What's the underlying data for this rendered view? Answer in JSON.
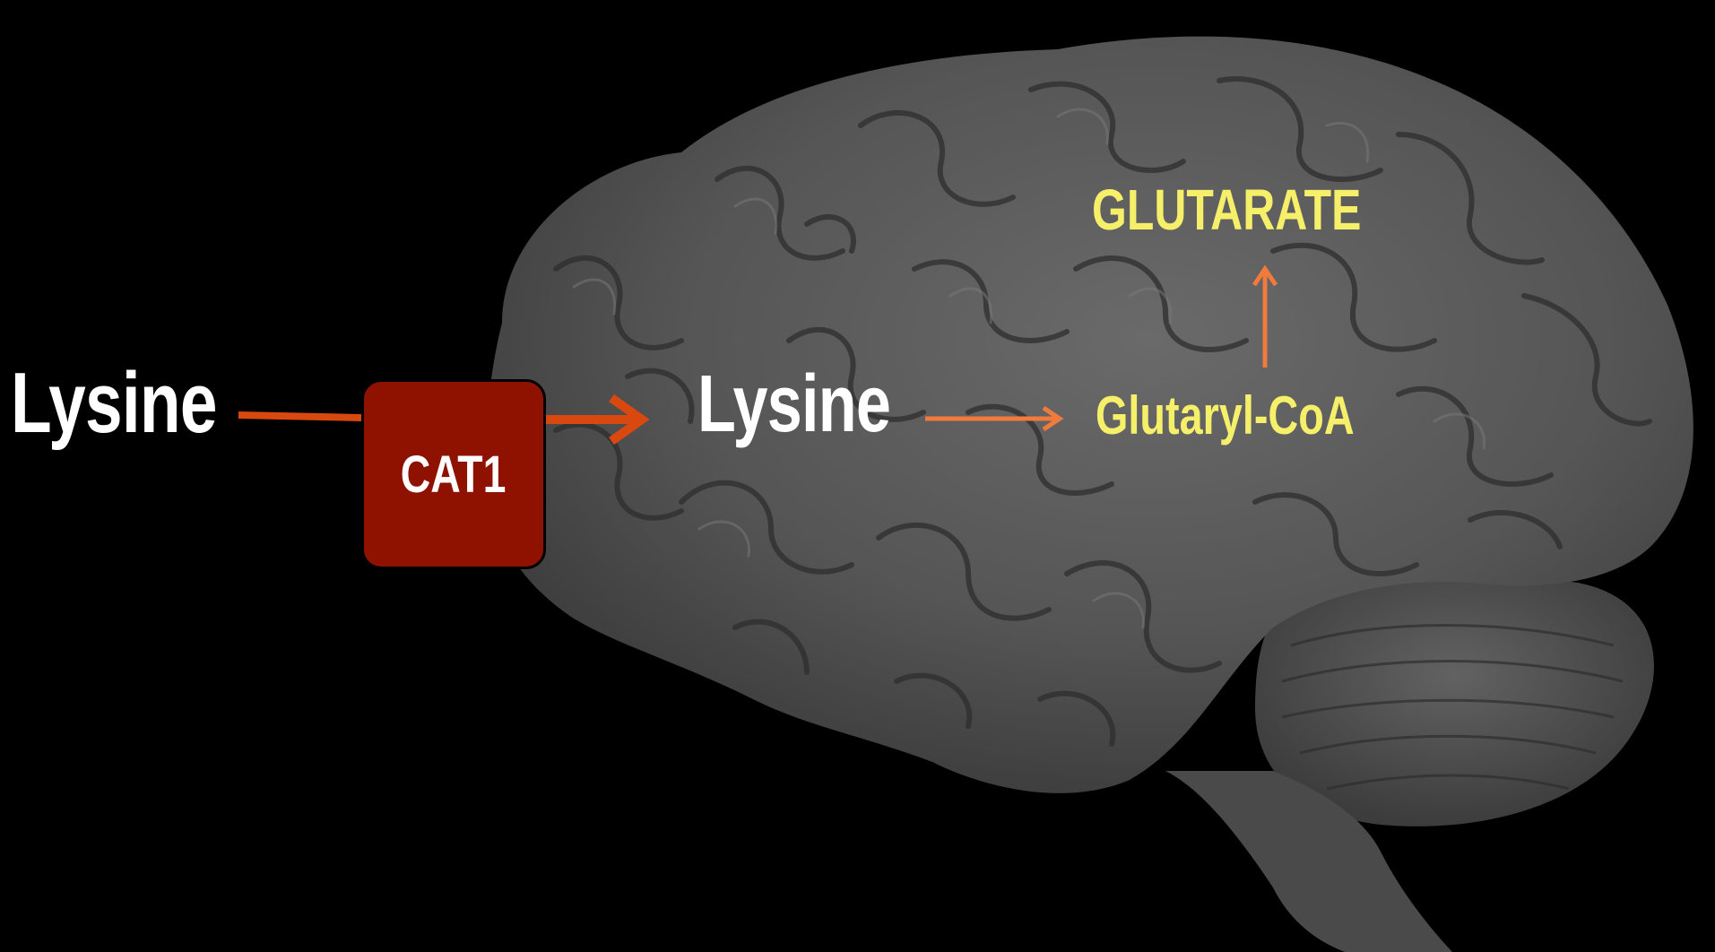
{
  "nodes": {
    "lysine_outside": "Lysine",
    "transporter": "CAT1",
    "lysine_inside": "Lysine",
    "glutaryl_coa": "Glutaryl-CoA",
    "glutarate": "GLUTARATE"
  },
  "edges": [
    {
      "from": "lysine_outside",
      "to": "transporter"
    },
    {
      "from": "transporter",
      "to": "lysine_inside"
    },
    {
      "from": "lysine_inside",
      "to": "glutaryl_coa"
    },
    {
      "from": "glutaryl_coa",
      "to": "glutarate"
    }
  ],
  "colors": {
    "background": "#000000",
    "transporter_fill": "#8f1200",
    "transport_arrow": "#d9480f",
    "metabolic_arrow": "#f07b3c",
    "metabolite_text": "#f6ef6a",
    "lysine_text": "#ffffff",
    "brain_tone": "#5a5a5a"
  },
  "background_image": "brain-photo"
}
